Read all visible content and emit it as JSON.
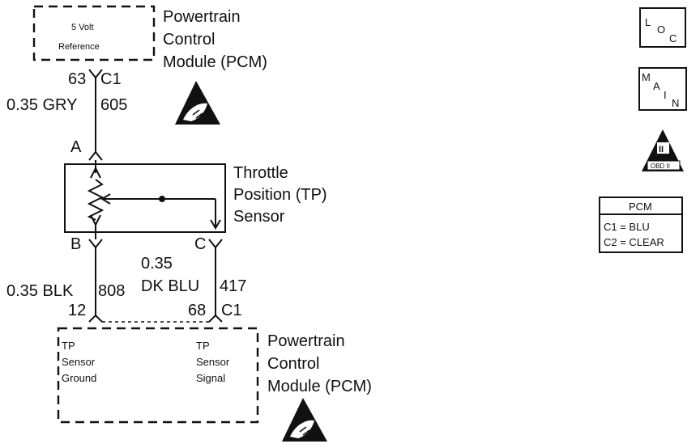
{
  "pcm_top": {
    "ref_label_1": "5 Volt",
    "ref_label_2": "Reference",
    "title_1": "Powertrain",
    "title_2": "Control",
    "title_3": "Module (PCM)"
  },
  "wire_ref": {
    "pin": "63",
    "connector": "C1",
    "gauge_color": "0.35 GRY",
    "circuit": "605",
    "terminal": "A"
  },
  "sensor": {
    "title_1": "Throttle",
    "title_2": "Position (TP)",
    "title_3": "Sensor",
    "terminal_b": "B",
    "terminal_c": "C"
  },
  "wire_ground": {
    "gauge_color": "0.35 BLK",
    "circuit": "808",
    "pin": "12"
  },
  "wire_signal": {
    "gauge": "0.35",
    "color": "DK BLU",
    "circuit": "417",
    "pin": "68",
    "connector": "C1"
  },
  "pcm_bottom": {
    "ground_1": "TP",
    "ground_2": "Sensor",
    "ground_3": "Ground",
    "signal_1": "TP",
    "signal_2": "Sensor",
    "signal_3": "Signal",
    "title_1": "Powertrain",
    "title_2": "Control",
    "title_3": "Module (PCM)"
  },
  "nav": {
    "loc_l": "L",
    "loc_o": "O",
    "loc_c": "C",
    "main_m": "M",
    "main_a": "A",
    "main_i": "I",
    "main_n": "N",
    "obd_numeral": "II",
    "obd_label": "OBD II"
  },
  "legend": {
    "header": "PCM",
    "row_1": "C1 = BLU",
    "row_2": "C2 = CLEAR"
  },
  "icons": {
    "esd_top": "esd-warning-icon",
    "esd_bottom": "esd-warning-icon",
    "obd": "obd-ii-icon"
  }
}
